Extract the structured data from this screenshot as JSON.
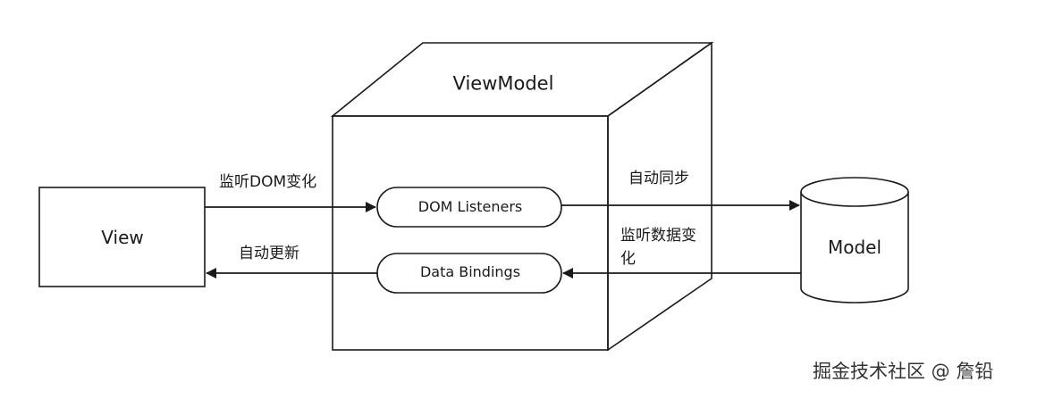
{
  "diagram": {
    "viewmodel_title": "ViewModel",
    "view_label": "View",
    "model_label": "Model",
    "components": {
      "dom_listeners": "DOM Listeners",
      "data_bindings": "Data Bindings"
    },
    "edges": {
      "view_to_listeners": "监听DOM变化",
      "bindings_to_view": "自动更新",
      "listeners_to_model": "自动同步",
      "model_to_bindings": "监听数据变化"
    }
  },
  "watermark": "掘金技术社区 @ 詹铅",
  "colors": {
    "stroke": "#1a1a1a",
    "background": "#ffffff"
  }
}
